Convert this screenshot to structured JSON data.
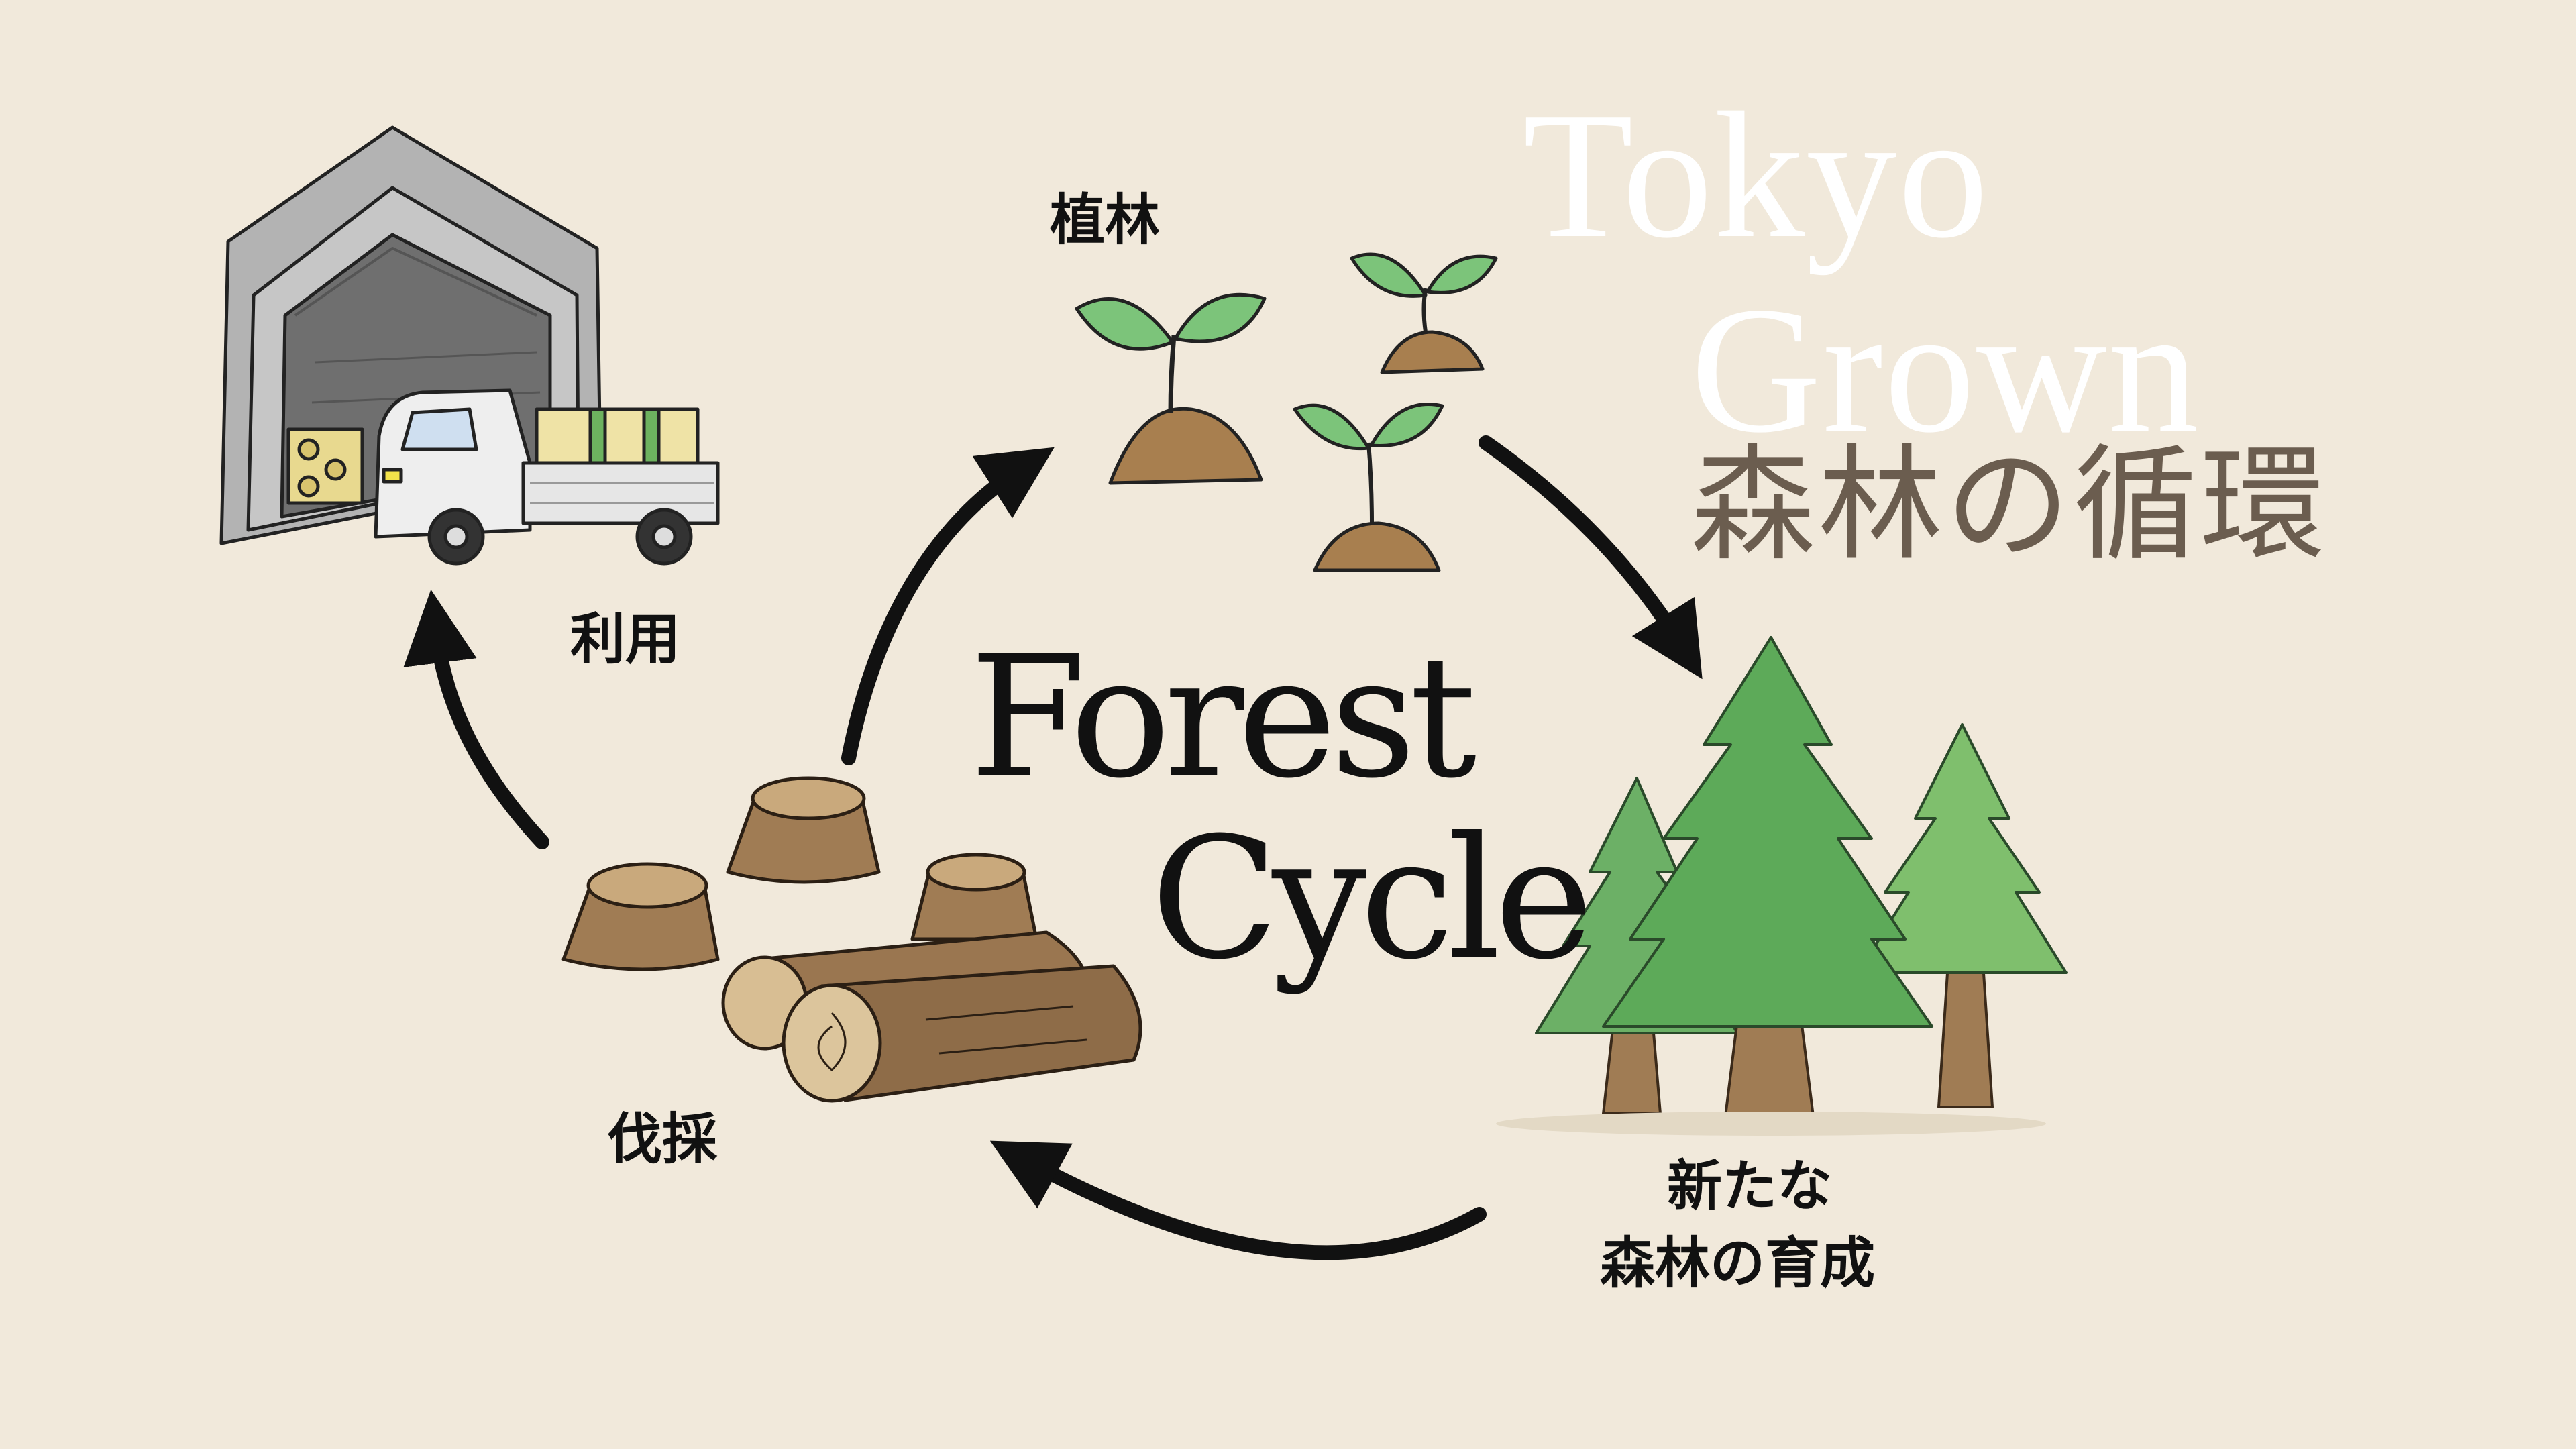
{
  "brand": {
    "line1": "Tokyo",
    "line2": "Grown",
    "subtitle": "森林の循環"
  },
  "center_title": {
    "line1": "Forest",
    "line2": "Cycle"
  },
  "stages": {
    "planting": "植林",
    "new_growth_line1": "新たな",
    "new_growth_line2": "森林の育成",
    "harvesting": "伐採",
    "utilization": "利用"
  },
  "colors": {
    "background": "#f1e9db",
    "arrow": "#111111",
    "brand_text": "#ffffff",
    "brand_subtitle": "#6b5d4f",
    "tree_green": "#5daa59",
    "sprout_green": "#7cc47a",
    "wood_brown": "#a07c54",
    "soil": "#a87f4f",
    "warehouse_gray": "#b3b3b3"
  }
}
